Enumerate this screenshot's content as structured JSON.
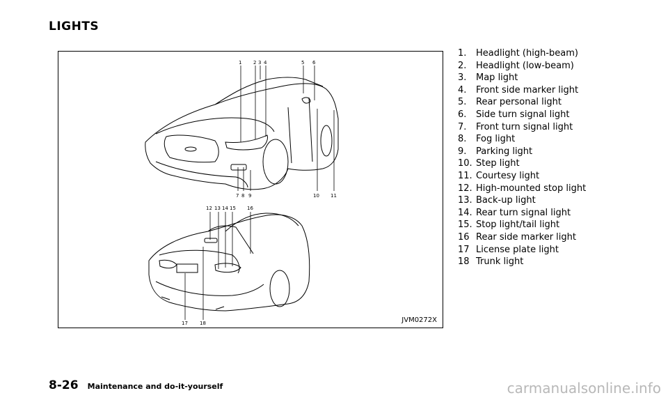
{
  "section_title": "LIGHTS",
  "figure": {
    "code": "JVM0272X",
    "front_callouts": [
      "1",
      "2",
      "3",
      "4",
      "5",
      "6",
      "7",
      "8",
      "9",
      "10",
      "11"
    ],
    "rear_callouts": [
      "12",
      "13",
      "14",
      "15",
      "16",
      "17",
      "18"
    ]
  },
  "legend": [
    {
      "num": "1.",
      "text": "Headlight (high-beam)"
    },
    {
      "num": "2.",
      "text": "Headlight (low-beam)"
    },
    {
      "num": "3.",
      "text": "Map light"
    },
    {
      "num": "4.",
      "text": "Front side marker light"
    },
    {
      "num": "5.",
      "text": "Rear personal light"
    },
    {
      "num": "6.",
      "text": "Side turn signal light"
    },
    {
      "num": "7.",
      "text": "Front turn signal light"
    },
    {
      "num": "8.",
      "text": "Fog light"
    },
    {
      "num": "9.",
      "text": "Parking light"
    },
    {
      "num": "10.",
      "text": "Step light"
    },
    {
      "num": "11.",
      "text": "Courtesy light"
    },
    {
      "num": "12.",
      "text": "High-mounted stop light"
    },
    {
      "num": "13.",
      "text": "Back-up light"
    },
    {
      "num": "14.",
      "text": "Rear turn signal light"
    },
    {
      "num": "15.",
      "text": "Stop light/tail light"
    },
    {
      "num": "16",
      "text": "Rear side marker light"
    },
    {
      "num": "17",
      "text": "License plate light"
    },
    {
      "num": "18",
      "text": "Trunk light"
    }
  ],
  "footer": {
    "page_number": "8-26",
    "chapter": "Maintenance and do-it-yourself"
  },
  "watermark": "carmanualsonline.info"
}
